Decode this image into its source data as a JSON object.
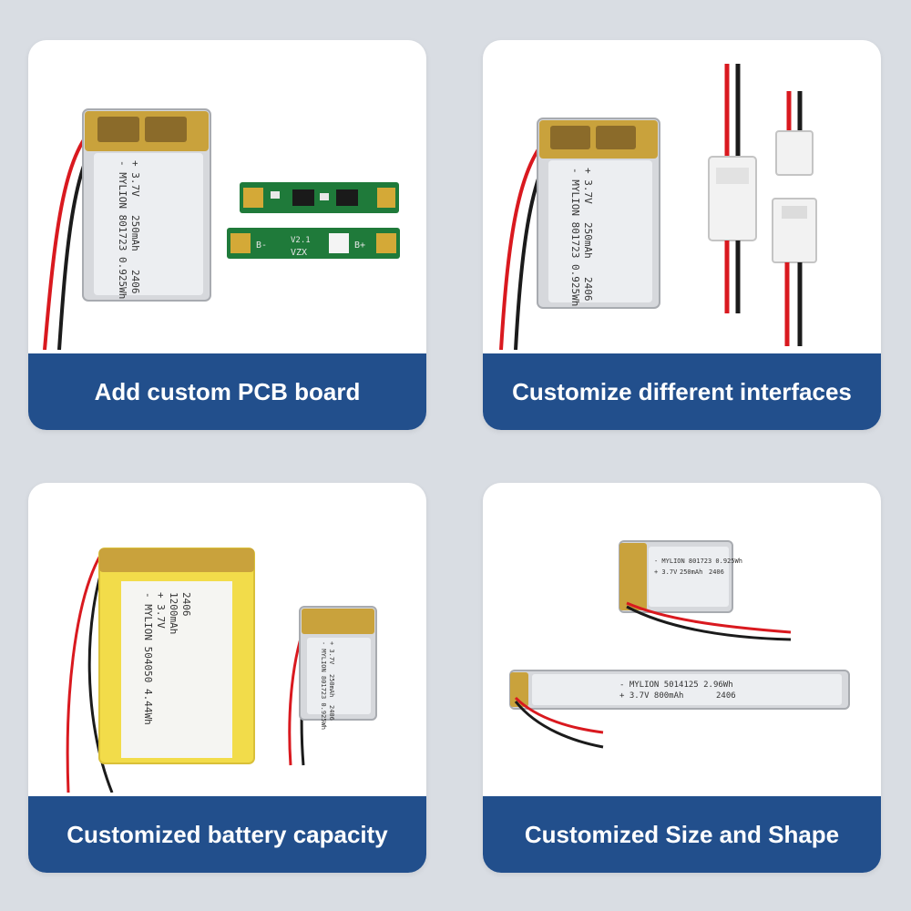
{
  "colors": {
    "page_background": "#d9dde3",
    "card_background": "#ffffff",
    "banner": "#224f8c",
    "banner_text": "#ffffff",
    "cell_silver": "#e4e6ea",
    "cell_yellow": "#f2dc4a",
    "tab_gold": "#c9a23c",
    "wire_red": "#d9191f",
    "wire_black": "#1b1b1b",
    "pcb_green": "#1f7a3a"
  },
  "cards": [
    {
      "caption": "Add custom PCB board",
      "icons": [
        "lipo-battery",
        "pcb-board"
      ],
      "battery_label": {
        "line1": "- MYLION 801723 0.925Wh",
        "line2": "+ 3.7V",
        "line3": "250mAh",
        "line4": "2406"
      },
      "pcb_marks": [
        "B-",
        "B+",
        "VZX",
        "V2.1"
      ]
    },
    {
      "caption": "Customize different interfaces",
      "icons": [
        "lipo-battery",
        "connector-plug",
        "connector-socket"
      ],
      "battery_label": {
        "line1": "- MYLION 801723 0.925Wh",
        "line2": "+ 3.7V",
        "line3": "250mAh",
        "line4": "2406"
      }
    },
    {
      "caption": "Customized battery capacity",
      "icons": [
        "lipo-battery-large",
        "lipo-battery-small"
      ],
      "large_label": {
        "line1": "- MYLION 504050 4.44Wh",
        "line2": "+ 3.7V",
        "line3": "1200mAh",
        "line4": "2406"
      },
      "small_label": {
        "line1": "- MYLION 801723 0.925Wh",
        "line2": "+ 3.7V",
        "line3": "250mAh",
        "line4": "2406"
      }
    },
    {
      "caption": "Customized Size and Shape",
      "icons": [
        "lipo-battery-small",
        "lipo-battery-long"
      ],
      "small_label": {
        "line1": "- MYLION 801723 0.925Wh",
        "line2": "+ 3.7V",
        "line3": "250mAh",
        "line4": "2406"
      },
      "long_label": {
        "line1": "- MYLION 5014125 2.96Wh",
        "line2": "+ 3.7V 800mAh",
        "line3": "2406"
      }
    }
  ]
}
